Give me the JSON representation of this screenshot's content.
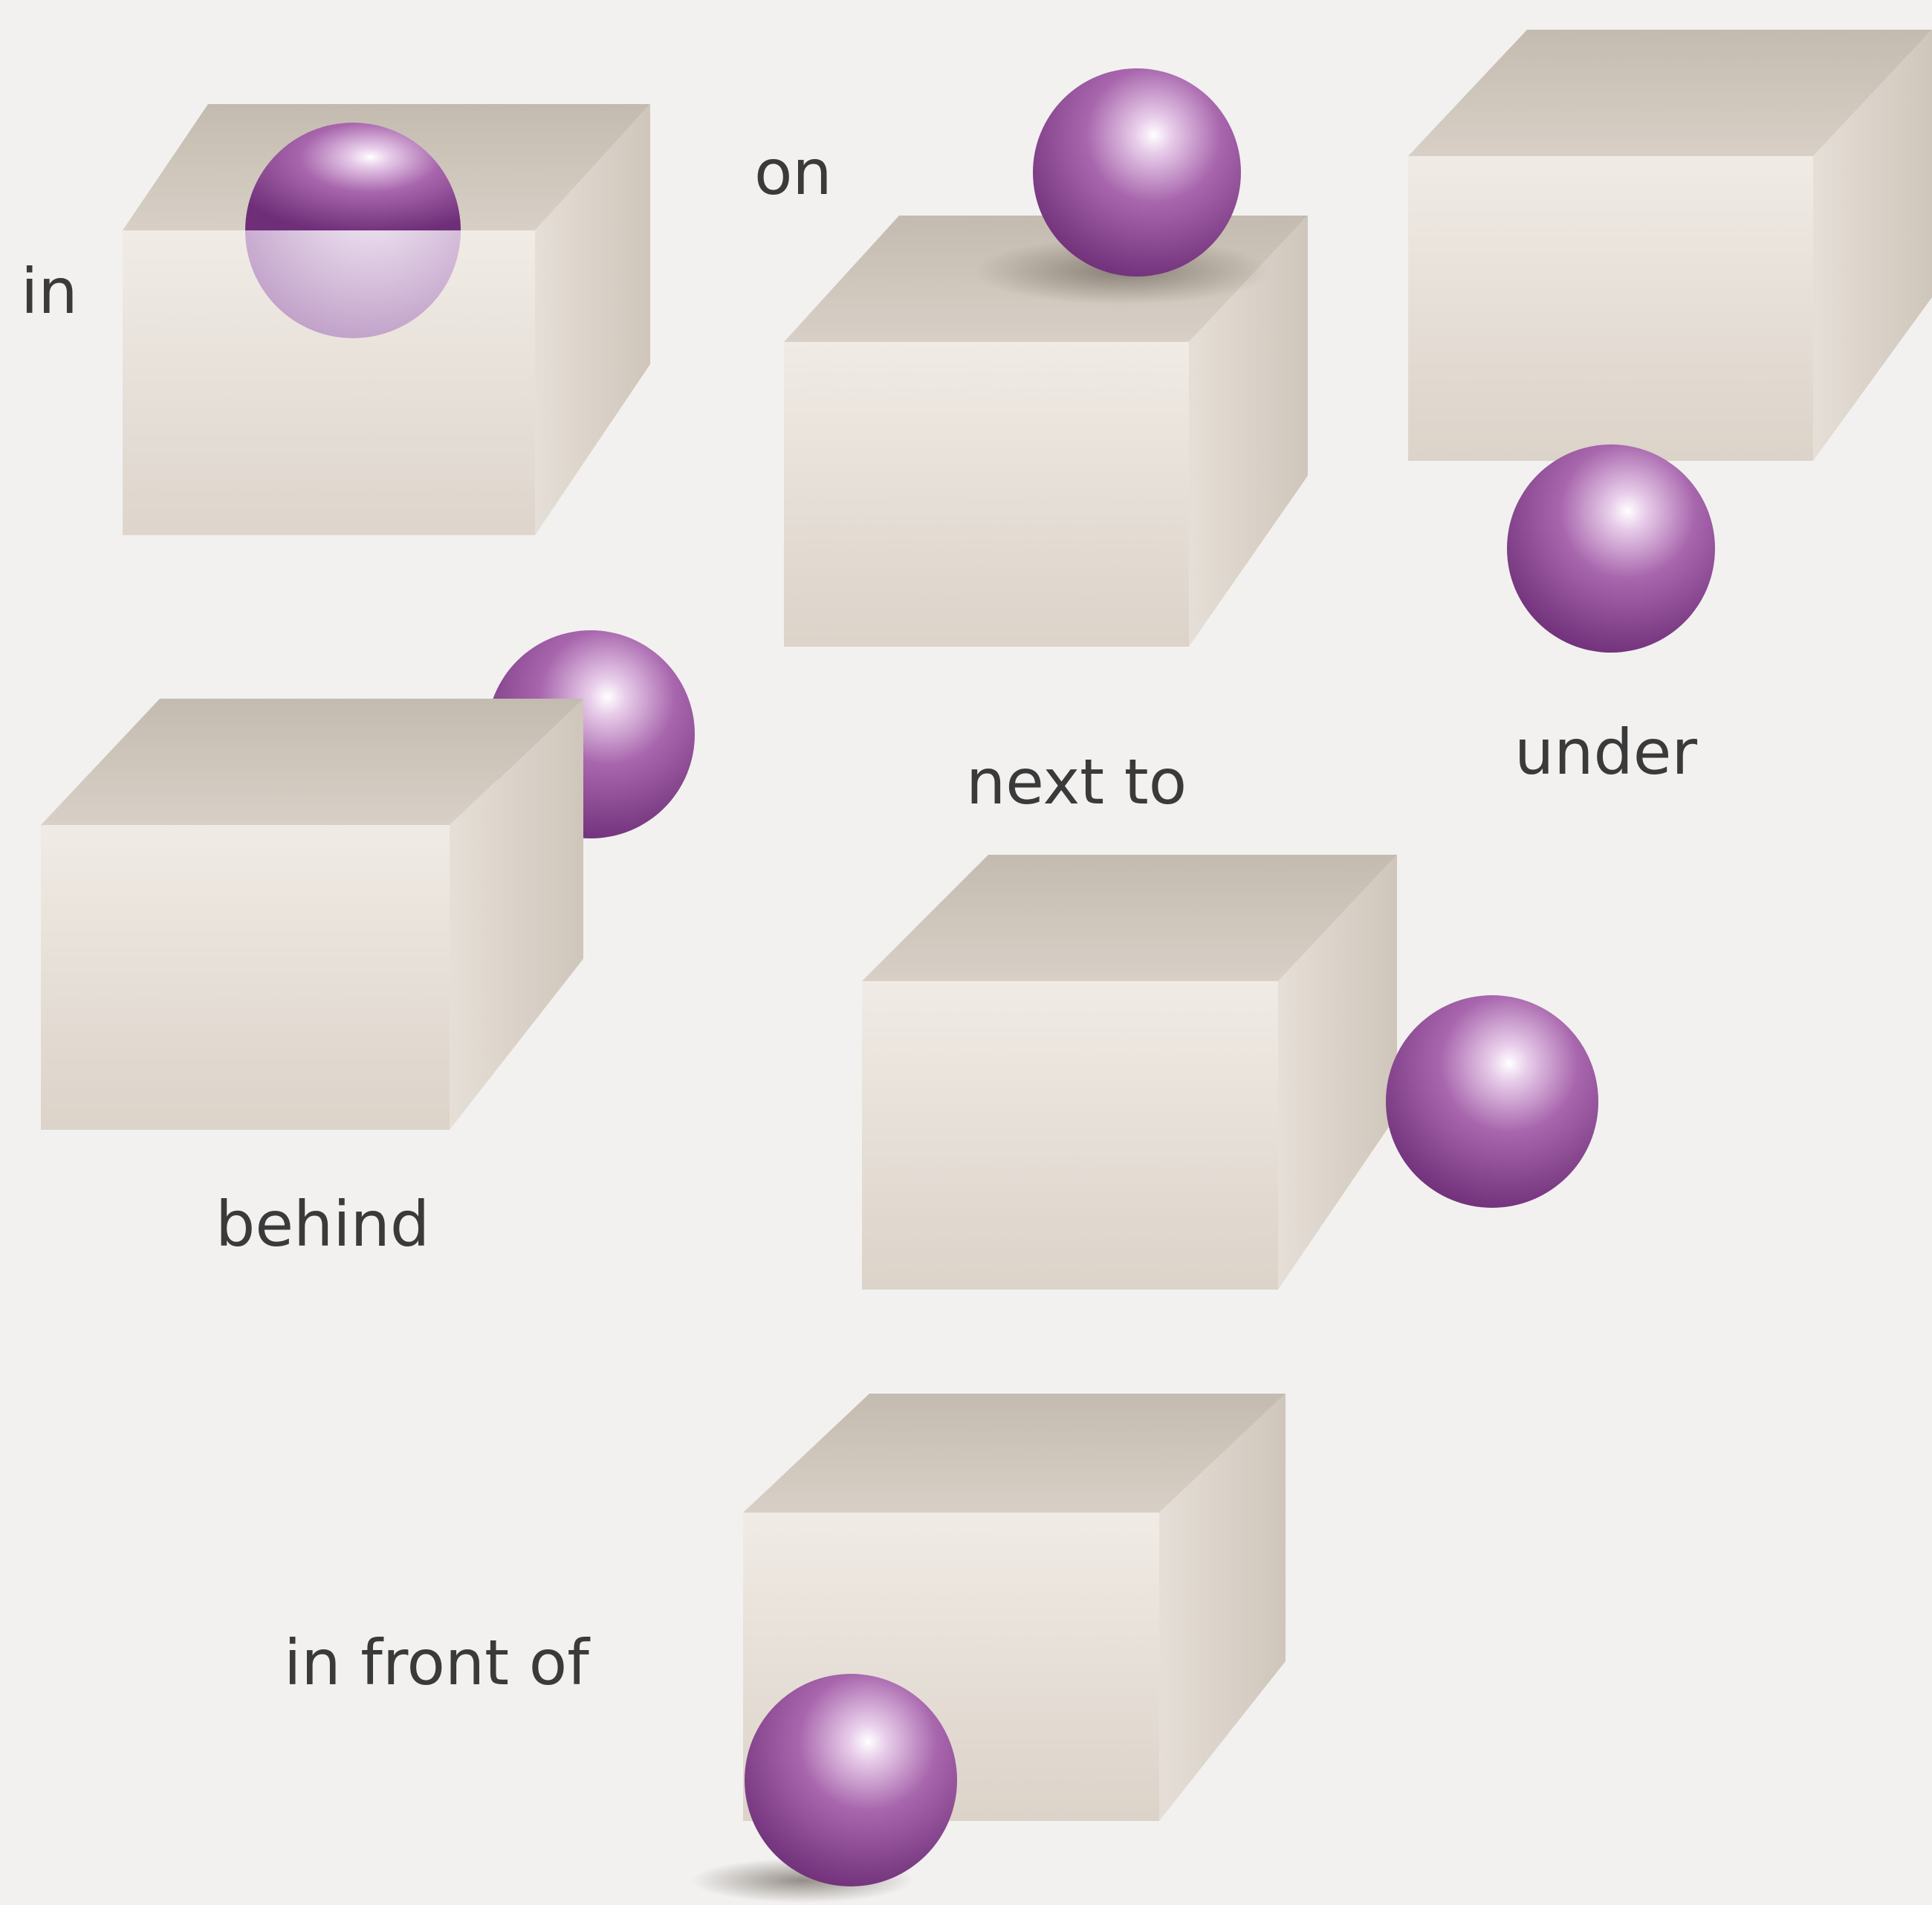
{
  "labels": {
    "in": "in",
    "on": "on",
    "under": "under",
    "next_to": "next to",
    "behind": "behind",
    "in_front_of": "in front of"
  },
  "colors": {
    "background": "#f2f1f0",
    "ball": "#8e4c96",
    "box_front": "#e4ddd5",
    "box_top": "#cec6bc",
    "box_side": "#d8d0c6",
    "label_text": "#3a3a3a"
  }
}
